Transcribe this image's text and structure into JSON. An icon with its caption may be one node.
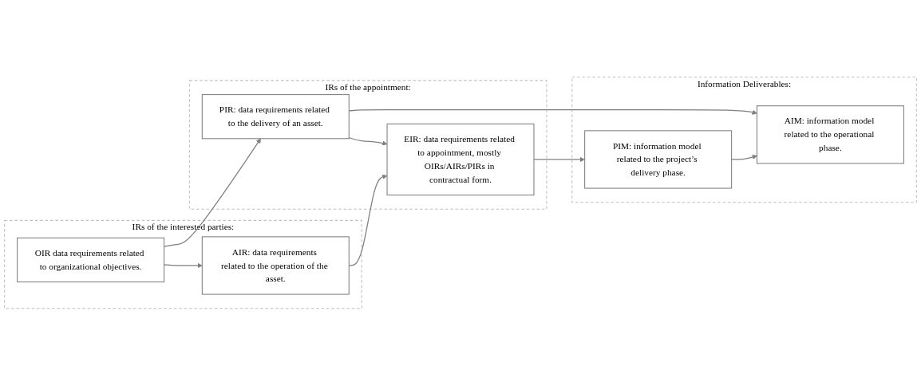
{
  "diagram": {
    "nodes": [
      {
        "text": [
          "IRs of the interested parties:"
        ]
      },
      {
        "text": [
          "OIR data requirements related to organizational objectives."
        ],
        "in": 0
      },
      {
        "text": [
          "AIR: data requirements related to the operation of the asset."
        ],
        "in": 0
      },
      {
        "text": [
          "IRs of the appointment:"
        ]
      },
      {
        "text": [
          "PIR: data requirements related to the delivery of an asset."
        ],
        "in": 3
      },
      {
        "text": [
          "EIR: data requirements related to appointment, mostly OIRs/AIRs/PIRs in contractual form."
        ],
        "in": 3
      },
      {
        "text": [
          "Information Deliverables:"
        ]
      },
      {
        "text": [
          "AIM: information model related to the operational phase."
        ],
        "in": 6
      },
      {
        "text": [
          "PIM: information model related to the project’s delivery phase."
        ],
        "in": 6
      }
    ],
    "edges": [
      {
        "from": 1,
        "to": 4,
        "arrow": "to"
      },
      {
        "from": 4,
        "to": 7,
        "arrow": "to"
      },
      {
        "from": 1,
        "to": 2,
        "arrow": "to"
      },
      {
        "from": 4,
        "to": 5,
        "arrow": "to"
      },
      {
        "from": 2,
        "to": 5,
        "arrow": "to"
      },
      {
        "from": 5,
        "to": 8,
        "arrow": "to"
      },
      {
        "from": 8,
        "to": 7,
        "arrow": "to"
      }
    ]
  }
}
